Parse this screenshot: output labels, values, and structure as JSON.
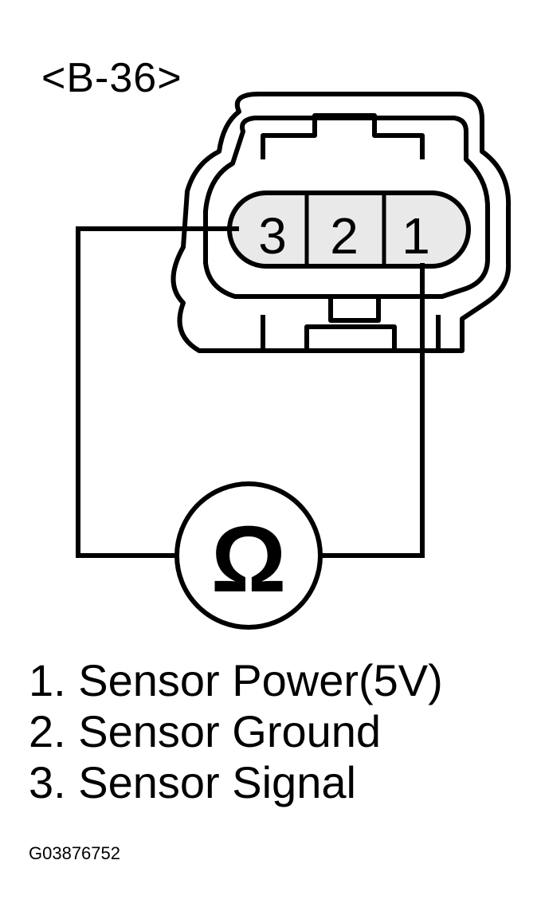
{
  "connector": {
    "id_label": "<B-36>",
    "pins": [
      {
        "number": "3"
      },
      {
        "number": "2"
      },
      {
        "number": "1"
      }
    ]
  },
  "meter": {
    "symbol": "Ω",
    "icon": "ohmmeter-icon"
  },
  "legend": {
    "items": [
      {
        "text": "1. Sensor Power(5V)"
      },
      {
        "text": "2. Sensor Ground"
      },
      {
        "text": "3. Sensor Signal"
      }
    ]
  },
  "figure_code": "G03876752"
}
